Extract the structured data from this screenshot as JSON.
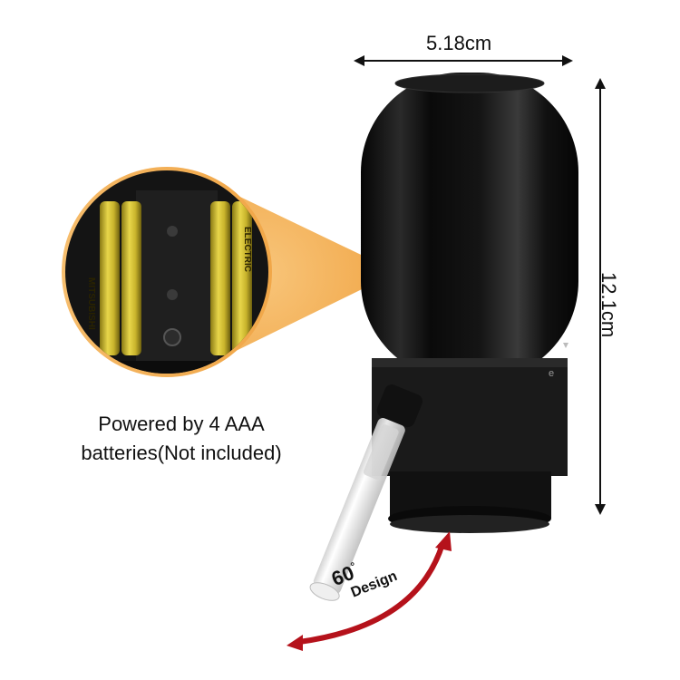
{
  "dimensions": {
    "width_label": "5.18cm",
    "height_label": "12.1cm"
  },
  "caption": {
    "line1": "Powered by 4 AAA",
    "line2": "batteries(Not included)"
  },
  "battery_brand": {
    "line1": "MITSUBISHI",
    "line2": "ELECTRIC"
  },
  "angle_badge": {
    "degrees": "60",
    "degree_mark": "°",
    "word": "Design"
  },
  "colors": {
    "device_body": "#0d0d0d",
    "callout": "#f5b25a",
    "arrow": "#b5121b",
    "battery": "#d8c23a"
  }
}
